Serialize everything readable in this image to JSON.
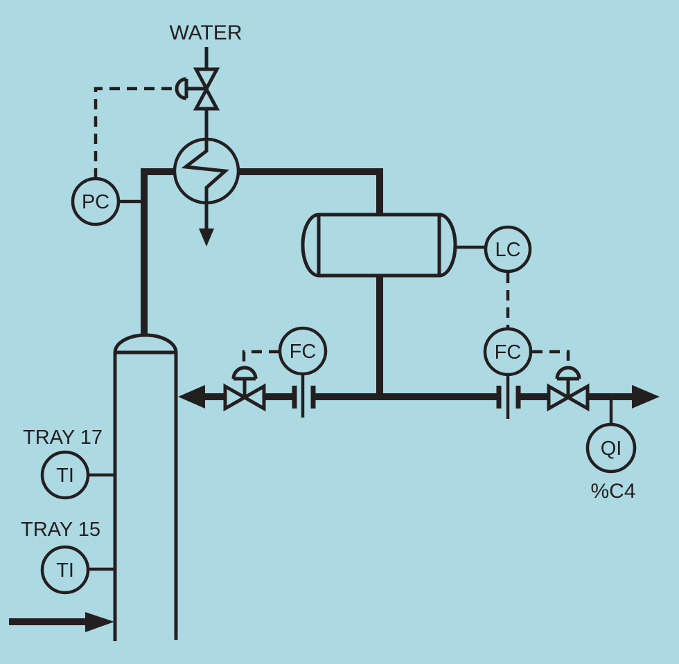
{
  "diagram": {
    "colors": {
      "background": "#acd9e2",
      "line": "#231f20"
    },
    "labels": {
      "water": "WATER",
      "tray17": "TRAY 17",
      "tray15": "TRAY 15",
      "quality_stream": "%C4"
    },
    "instruments": {
      "pc": {
        "label": "PC"
      },
      "lc": {
        "label": "LC"
      },
      "fc_reflux": {
        "label": "FC"
      },
      "fc_product": {
        "label": "FC"
      },
      "ti_tray17": {
        "label": "TI"
      },
      "ti_tray15": {
        "label": "TI"
      },
      "qi": {
        "label": "QI"
      }
    }
  }
}
